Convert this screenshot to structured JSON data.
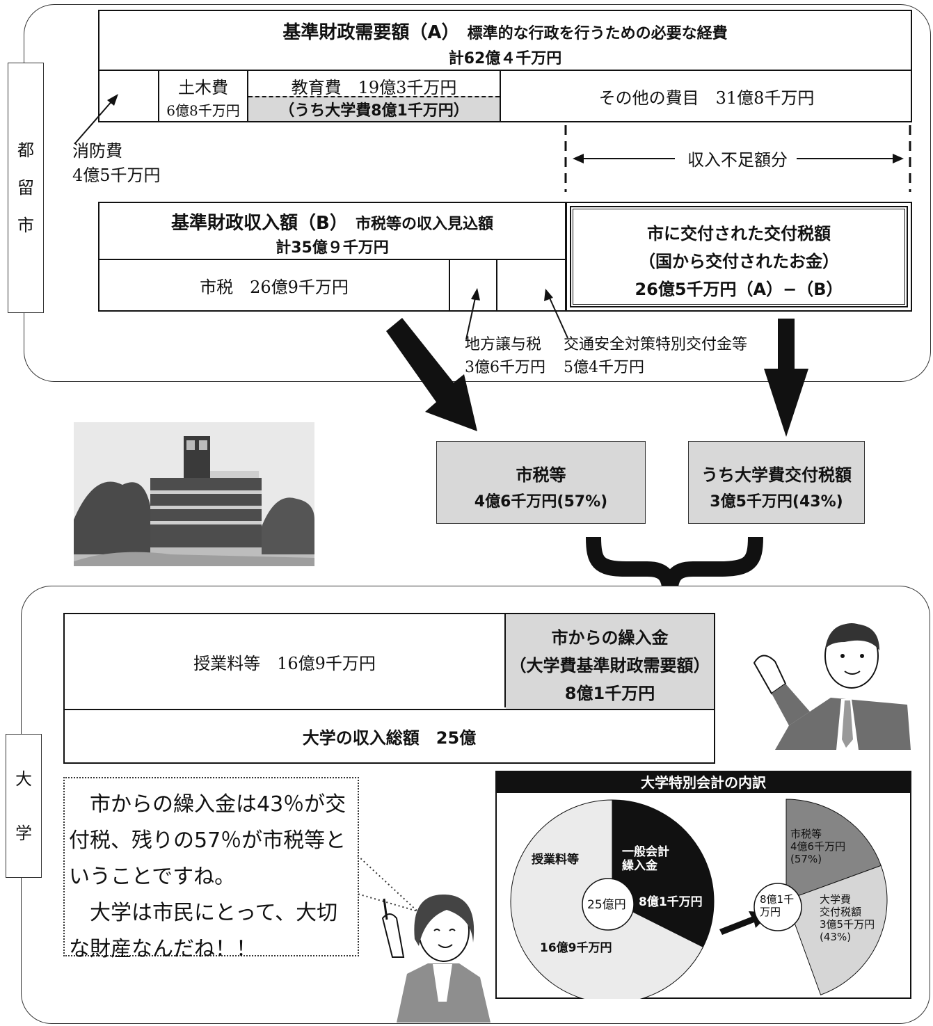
{
  "city": {
    "side_label": [
      "都",
      "留",
      "市"
    ],
    "need": {
      "title": "基準財政需要額（A）",
      "subtitle": "標準的な行政を行うための必要な経費",
      "total": "計62億４千万円",
      "civil": {
        "label": "土木費",
        "amount": "6億8千万円"
      },
      "education": {
        "label": "教育費　19億3千万円",
        "sub": "（うち大学費8億1千万円）"
      },
      "other": {
        "label": "その他の費目　31億8千万円"
      },
      "fire": {
        "label": "消防費",
        "amount": "4億5千万円"
      }
    },
    "shortfall_label": "収入不足額分",
    "revenue": {
      "title": "基準財政収入額（B）",
      "subtitle": "市税等の収入見込額",
      "total": "計35億９千万円",
      "citytax": "市税　26億9千万円",
      "transfer_tax": {
        "label": "地方譲与税",
        "amount": "3億6千万円"
      },
      "traffic_grant": {
        "label": "交通安全対策特別交付金等",
        "amount": "5億4千万円"
      }
    },
    "grant": {
      "line1": "市に交付された交付税額",
      "line2": "（国から交付されたお金）",
      "line3": "26億5千万円（A）−（B）"
    }
  },
  "split": {
    "citytax": {
      "label": "市税等",
      "amount": "4億6千万円(57%)"
    },
    "grant": {
      "label": "うち大学費交付税額",
      "amount": "3億5千万円(43%)"
    }
  },
  "university": {
    "side_label": [
      "大",
      "学"
    ],
    "tuition": "授業料等　16億9千万円",
    "transfer": {
      "line1": "市からの繰入金",
      "line2": "（大学費基準財政需要額）",
      "line3": "8億1千万円"
    },
    "total": "大学の収入総額　25億"
  },
  "speech": {
    "p1": "市からの繰入金は43％が交付税、残りの57％が市税等ということですね。",
    "p2": "大学は市民にとって、大切な財産なんだね！！"
  },
  "pie": {
    "title": "大学特別会計の内訳",
    "center_main": "25億円",
    "center_sub": "8億1千\n万円",
    "labels": {
      "tuition_name": "授業料等",
      "tuition_amount": "16億9千万円",
      "general_name": "一般会計\n繰入金",
      "general_amount": "8億1千万円",
      "citytax": "市税等\n4億6千万円\n(57%)",
      "grant": "大学費\n交付税額\n3億5千万円\n(43%)"
    }
  },
  "chart_data": [
    {
      "type": "pie",
      "title": "大学特別会計の内訳",
      "categories": [
        "一般会計繰入金",
        "授業料等"
      ],
      "values": [
        8.1,
        16.9
      ],
      "unit": "億円"
    },
    {
      "type": "pie",
      "title": "",
      "categories": [
        "市税等",
        "大学費交付税額"
      ],
      "values": [
        4.6,
        3.5
      ],
      "percent": [
        57,
        43
      ],
      "unit": "億円"
    }
  ],
  "colors": {
    "gray": "#d8d8d8",
    "black": "#111111",
    "pie_light": "#ebebeb",
    "pie_dark": "#858585",
    "pie_mid": "#d6d6d6"
  }
}
